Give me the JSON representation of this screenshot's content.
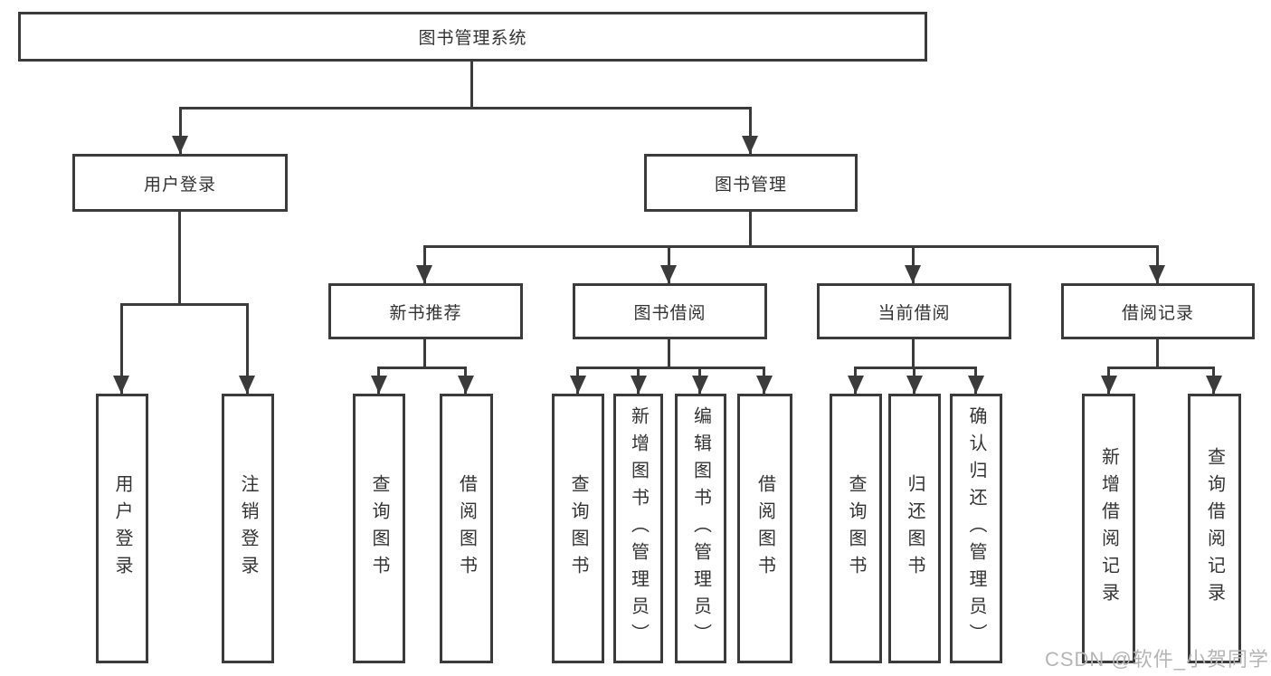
{
  "colors": {
    "line": "#3b3b3b",
    "text": "#333333",
    "background": "#ffffff",
    "watermark": "#b5b5b5"
  },
  "watermark": {
    "text": "CSDN @软件_小贺同学"
  },
  "nodes": {
    "root": "图书管理系统",
    "level2": [
      "用户登录",
      "图书管理"
    ],
    "level3": [
      "新书推荐",
      "图书借阅",
      "当前借阅",
      "借阅记录"
    ],
    "level4": [
      "用户登录",
      "注销登录",
      "查询图书",
      "借阅图书",
      "查询图书",
      "新增图书（管理员）",
      "编辑图书（管理员）",
      "借阅图书",
      "查询图书",
      "归还图书",
      "确认归还（管理员）",
      "新增借阅记录",
      "查询借阅记录"
    ]
  }
}
